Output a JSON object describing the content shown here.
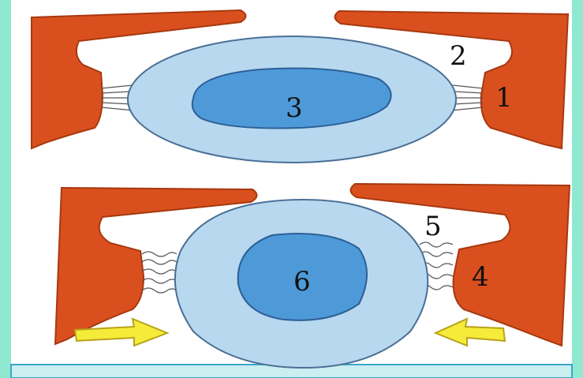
{
  "colors": {
    "background": "#8fe8d0",
    "panel": "#ffffff",
    "muscle": "#d9501e",
    "muscle_stroke": "#a8380f",
    "lens_outer": "#b8d8ef",
    "lens_outer_stroke": "#4a6f95",
    "lens_inner": "#4e9ad8",
    "lens_inner_stroke": "#2c5f95",
    "fibers": "#ffffff",
    "fibers_stroke": "#555555",
    "arrow_fill": "#f5ec3a",
    "arrow_stroke": "#b8a21a",
    "bottom_bar": "#cbeef0",
    "bottom_bar_stroke": "#3aa7c8"
  },
  "labels": {
    "l1": "1",
    "l2": "2",
    "l3": "3",
    "l4": "4",
    "l5": "5",
    "l6": "6"
  },
  "icons": {
    "left_arrow": "arrow-right-icon",
    "right_arrow": "arrow-left-icon"
  }
}
